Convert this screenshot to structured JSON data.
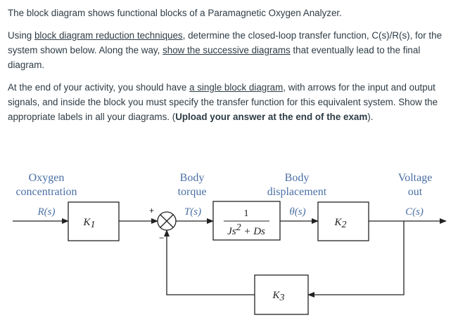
{
  "question": {
    "p1": "The block diagram shows functional blocks of a Paramagnetic Oxygen Analyzer.",
    "p2": {
      "a": "Using ",
      "b": "block diagram reduction techniques",
      "c": ", determine the closed-loop transfer function, C(s)/R(s), for the system shown below. Along the way, ",
      "d": "show the successive diagrams",
      "e": " that eventually lead to the final diagram."
    },
    "p3": {
      "a": "At the end of your activity, you should have ",
      "b": "a single block diagram",
      "c": ", with arrows for the input and output signals, and inside the block you must specify the transfer function for this equivalent system. Show the appropriate labels in all your diagrams. ",
      "d": "(",
      "e": "Upload your answer at the end of the exam",
      "f": ")."
    }
  },
  "diagram": {
    "labels": {
      "oxygen_line1": "Oxygen",
      "oxygen_line2": "concentration",
      "torque_line1": "Body",
      "torque_line2": "torque",
      "disp_line1": "Body",
      "disp_line2": "displacement",
      "volt_line1": "Voltage",
      "volt_line2": "out"
    },
    "signals": {
      "input": "R(s)",
      "torque": "T(s)",
      "theta": "θ(s)",
      "output": "C(s)"
    },
    "blocks": {
      "k1": "K",
      "k1_sub": "1",
      "plant_num": "1",
      "plant_den_a": "Js",
      "plant_den_sup": "2",
      "plant_den_b": " + Ds",
      "k2": "K",
      "k2_sub": "2",
      "k3": "K",
      "k3_sub": "3"
    },
    "summing_signs": {
      "plus": "+",
      "minus": "−"
    }
  }
}
